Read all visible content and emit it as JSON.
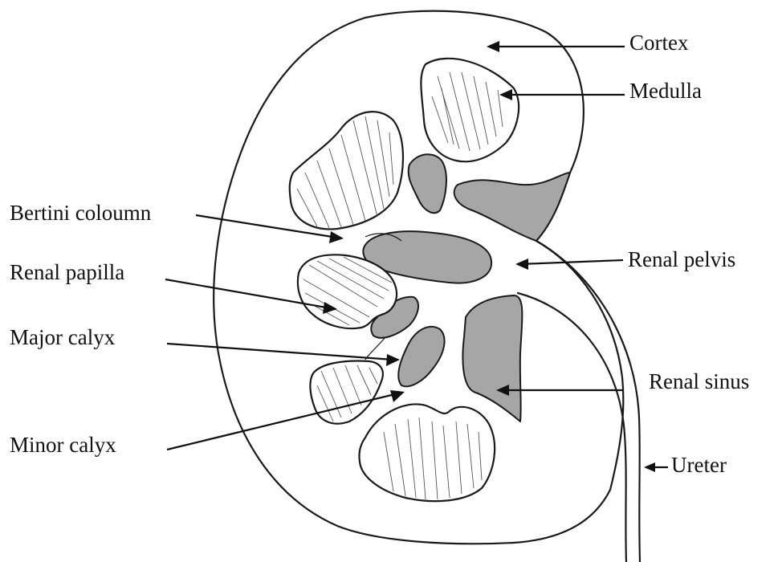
{
  "diagram": {
    "labels": {
      "cortex": "Cortex",
      "medulla": "Medulla",
      "bertini_column": "Bertini coloumn",
      "renal_papilla": "Renal papilla",
      "major_calyx": "Major calyx",
      "minor_calyx": "Minor calyx",
      "renal_pelvis": "Renal pelvis",
      "renal_sinus": "Renal sinus",
      "ureter": "Ureter"
    },
    "colors": {
      "sinus_fill": "#a6a6a6",
      "line": "#1a1a1a",
      "background": "#ffffff"
    }
  }
}
